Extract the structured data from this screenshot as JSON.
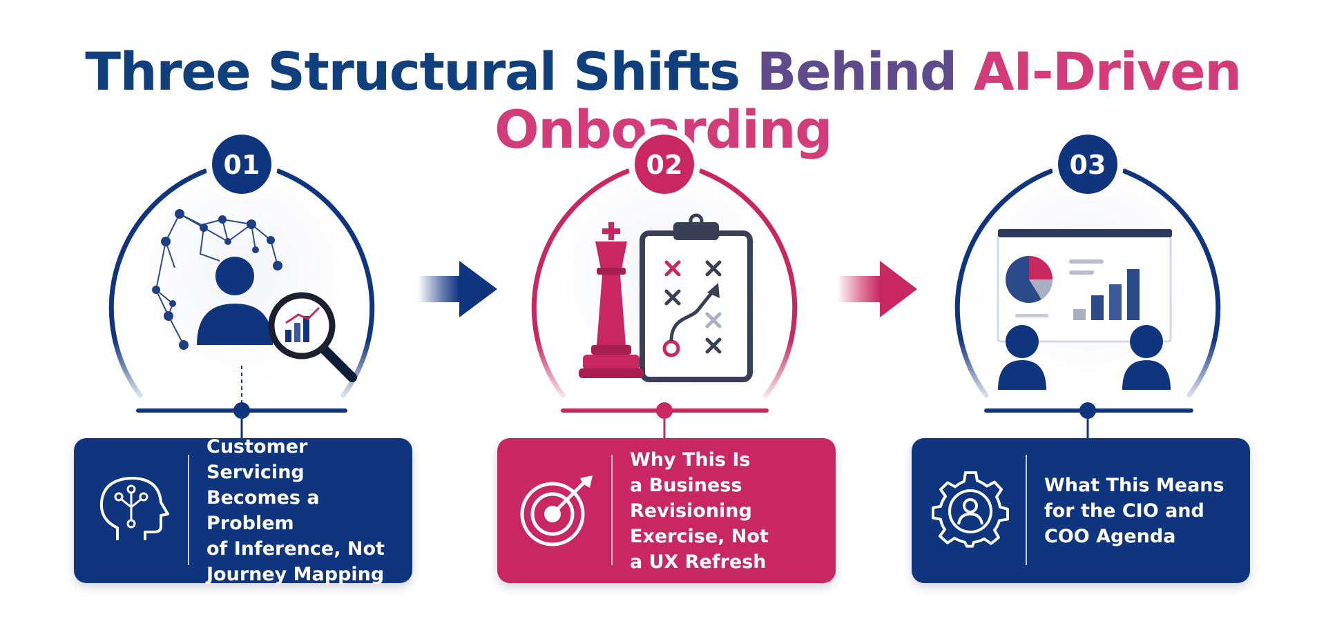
{
  "title": {
    "part1": "Three Structural Shifts ",
    "part2": "Behind ",
    "part3": "AI-Driven Onboarding"
  },
  "colors": {
    "navy": "#10357f",
    "crimson": "#c8285f",
    "title_blue": "#0f3f7d",
    "title_purple": "#5f4a8b",
    "title_pink": "#d23c78"
  },
  "steps": [
    {
      "number": "01",
      "accent": "navy",
      "card_icon": "brain-network-icon",
      "illustration": "customer-network-magnifier-icon",
      "label": "Customer Servicing\nBecomes a Problem\nof Inference, Not\nJourney Mapping"
    },
    {
      "number": "02",
      "accent": "crimson",
      "card_icon": "target-arrow-icon",
      "illustration": "chess-king-strategy-board-icon",
      "label": "Why This Is\na Business\nRevisioning\nExercise, Not\na UX Refresh"
    },
    {
      "number": "03",
      "accent": "navy",
      "card_icon": "gear-user-icon",
      "illustration": "dashboard-presentation-icon",
      "label": "What This Means\nfor the CIO and\nCOO Agenda"
    }
  ]
}
